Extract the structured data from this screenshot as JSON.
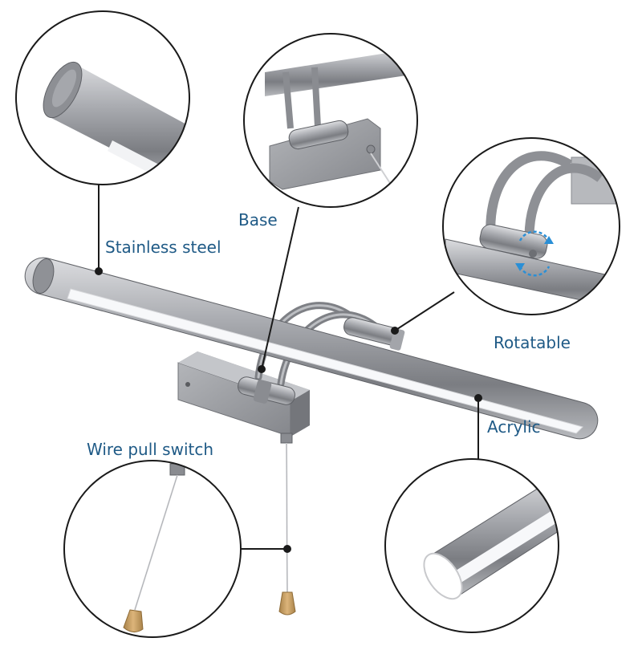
{
  "labels": {
    "stainless_steel": "Stainless steel",
    "base": "Base",
    "rotatable": "Rotatable",
    "acrylic": "Acrylic",
    "wire_pull_switch": "Wire pull switch"
  },
  "colors": {
    "label_text": "#1f5a86",
    "callout_line": "#1a1a1a",
    "metal_light": "#c9cacd",
    "metal_mid": "#9a9ca1",
    "metal_dark": "#6d6f74",
    "diffuser": "#f7f8fa",
    "rotate_arrow": "#2a8fd6",
    "pull_knob": "#c9a46a"
  }
}
